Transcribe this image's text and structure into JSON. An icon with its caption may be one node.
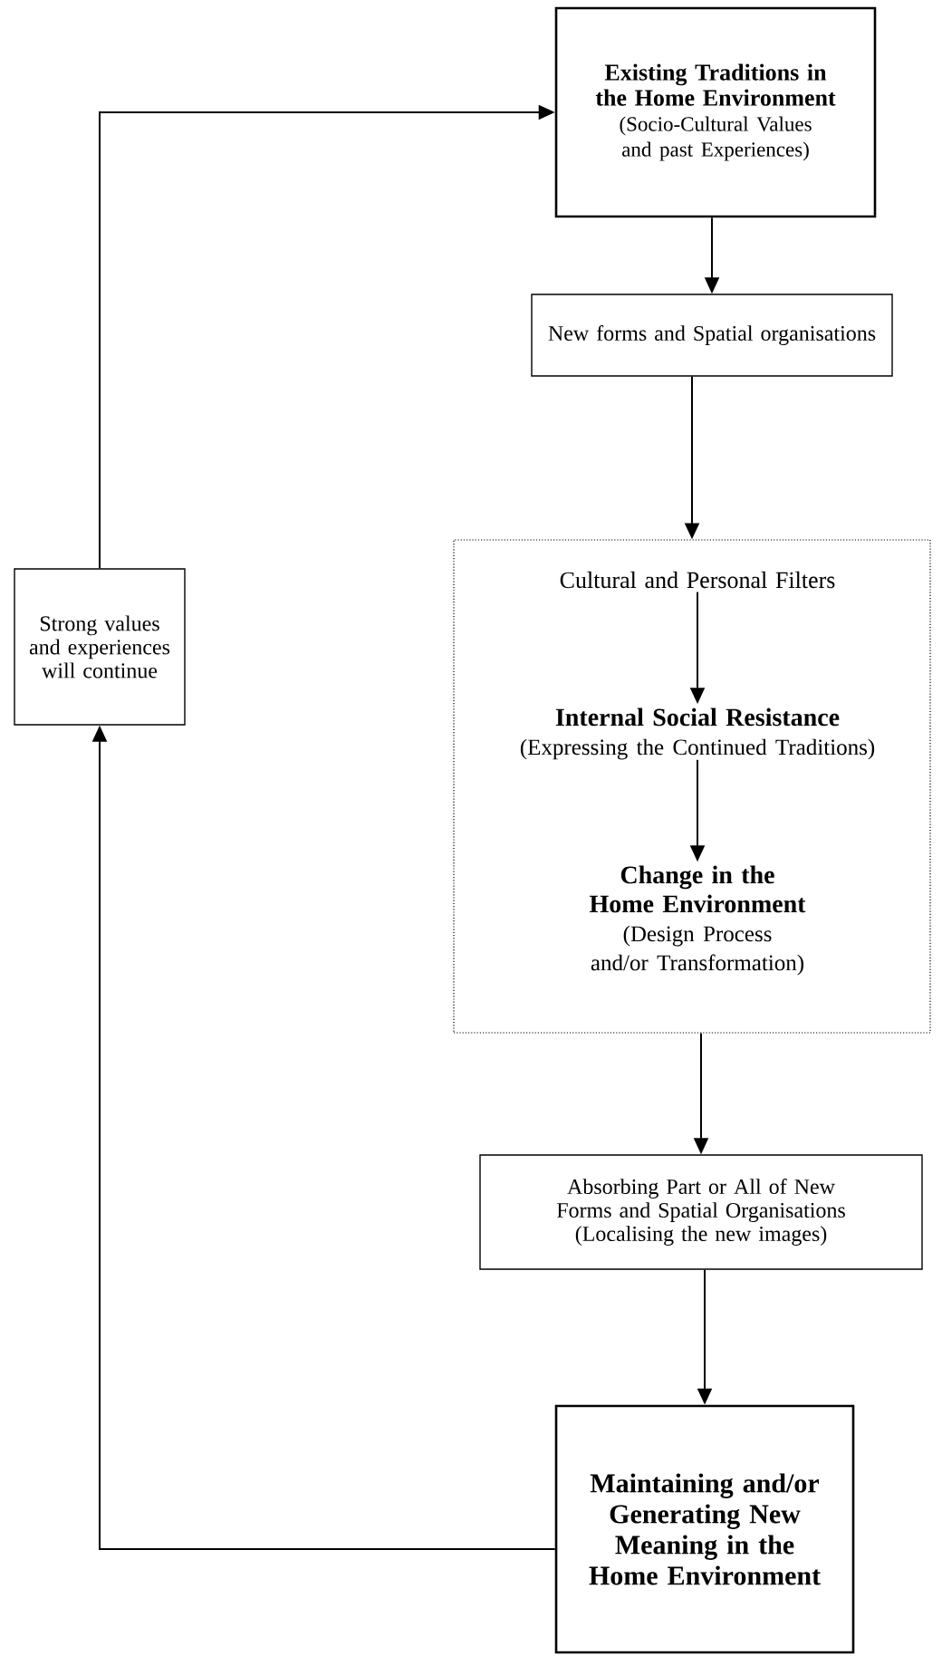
{
  "diagram": {
    "nodes": [
      {
        "text": [
          "Existing Traditions in the Home Environment",
          "(Socio-Cultural Values and past Experiences)"
        ]
      },
      {
        "text": [
          "New forms and Spatial organisations"
        ]
      },
      {
        "text": [],
        "shape": "box"
      },
      {
        "text": [
          "Cultural and Personal Filters"
        ],
        "in": 2
      },
      {
        "text": [
          "Internal Social Resistance",
          "(Expressing the Continued Traditions)"
        ],
        "in": 2
      },
      {
        "text": [
          "Change in the Home Environment",
          "(Design Process and/or Transformation)"
        ],
        "in": 2
      },
      {
        "text": [
          "Absorbing Part or All of New Forms and Spatial Organisations (Localising the new images)"
        ]
      },
      {
        "text": [
          "Maintaining and/or Generating New Meaning in the Home Environment"
        ]
      },
      {
        "text": [
          "Strong values and experiences will continue"
        ]
      }
    ],
    "edges": [
      {
        "from": 0,
        "to": 1,
        "arrow": "to"
      },
      {
        "from": 1,
        "to": 2,
        "arrow": "to"
      },
      {
        "from": 3,
        "to": 4,
        "arrow": "to"
      },
      {
        "from": 4,
        "to": 5,
        "arrow": "to"
      },
      {
        "from": 2,
        "to": 6,
        "arrow": "to"
      },
      {
        "from": 6,
        "to": 7,
        "arrow": "to"
      },
      {
        "from": 7,
        "to": 8,
        "arrow": "to"
      },
      {
        "from": 8,
        "to": 0,
        "arrow": "to"
      }
    ]
  }
}
